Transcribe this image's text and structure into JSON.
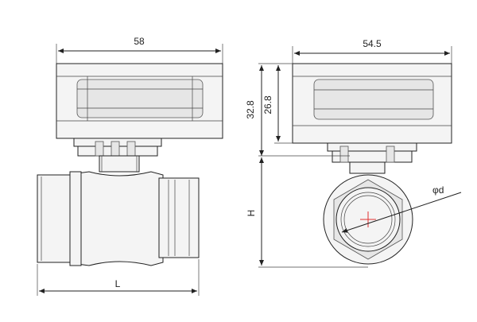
{
  "colors": {
    "line": "#222222",
    "center_mark": "#e03030",
    "background": "#ffffff"
  },
  "left_view": {
    "width_label": "58",
    "length_label": "L"
  },
  "right_view": {
    "width_label": "54.5",
    "height_outer_label": "32.8",
    "height_inner_label": "26.8",
    "height_label": "H",
    "diameter_label": "φd"
  }
}
